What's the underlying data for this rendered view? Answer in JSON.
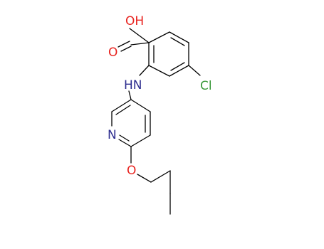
{
  "molecule": {
    "atoms": {
      "hydroxyl": "OH",
      "carbonyl_oxygen": "O",
      "chlorine": "Cl",
      "amine": "HN",
      "pyridine_nitrogen": "N",
      "ether_oxygen": "O"
    },
    "colors": {
      "bond": "#000000",
      "oxygen": "#e8231f",
      "nitrogen": "#2e2e8f",
      "chlorine": "#3c9a3c"
    }
  }
}
